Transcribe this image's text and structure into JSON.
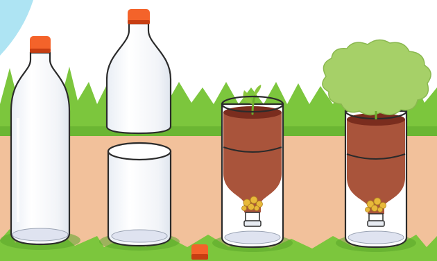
{
  "scene": {
    "steps": [
      {
        "name": "whole-bottle"
      },
      {
        "name": "cut-bottle"
      },
      {
        "name": "sprouting-planter"
      },
      {
        "name": "grown-planter"
      }
    ]
  },
  "colors": {
    "sky": "#ffffff",
    "ground": "#f2c19b",
    "grass": "#7cc63d",
    "grass_dark": "#5aa52a",
    "bottle_cap": "#f4632a",
    "bottle_cap_dark": "#c73e12",
    "bottle_outline": "#2b2b2b",
    "soil": "#a9543b",
    "soil_top": "#7a2d1e",
    "sprout": "#8cc63e",
    "bush": "#a6d068",
    "pebbles": "#e8b93a",
    "corner_accent": "#aee4f3"
  }
}
